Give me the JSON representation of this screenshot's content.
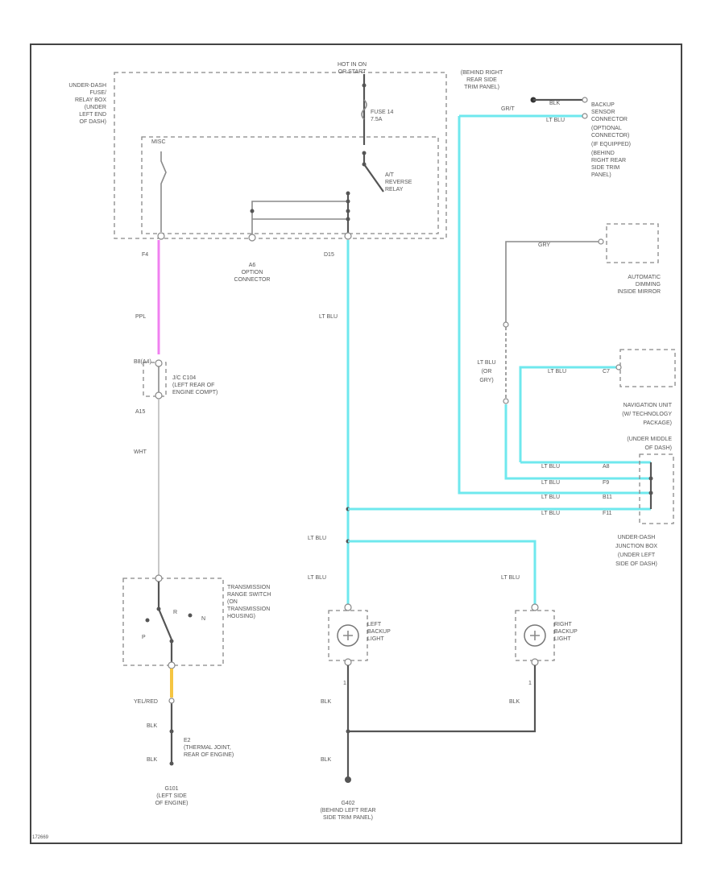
{
  "labels": {
    "fuse_box": [
      "UNDER-DASH",
      "FUSE/",
      "RELAY BOX",
      "(UNDER",
      "LEFT END",
      "OF DASH)"
    ],
    "hot_in_on": [
      "HOT IN ON",
      "OR START"
    ],
    "fuse": [
      "FUSE 14",
      "7.5A"
    ],
    "relay": [
      "A/T",
      "REVERSE",
      "RELAY"
    ],
    "misc": "MISC",
    "f4": "F4",
    "a6": [
      "A6",
      "OPTION",
      "CONNECTOR"
    ],
    "d15": "D15",
    "ppl": "PPL",
    "c104_pin": "B8(A4)",
    "c104": [
      "J/C C104",
      "(LEFT REAR OF",
      "ENGINE COMPT)"
    ],
    "a15": "A15",
    "wht": "WHT",
    "trans_switch": [
      "TRANSMISSION",
      "RANGE SWITCH",
      "(ON",
      "TRANSMISSION",
      "HOUSING)"
    ],
    "sw_r": "R",
    "sw_p": "P",
    "sw_n": "N",
    "yelred": "YEL/RED",
    "blk1": "BLK",
    "blk2": "BLK",
    "e2": [
      "E2",
      "(THERMAL JOINT,",
      "REAR OF ENGINE)"
    ],
    "g101": [
      "G101",
      "(LEFT SIDE",
      "OF ENGINE)"
    ],
    "behind_right": [
      "(BEHIND RIGHT",
      "REAR SIDE",
      "TRIM PANEL)"
    ],
    "grt": "GR/T",
    "blk_top": "BLK",
    "ltblu_top": "LT BLU",
    "backup_sensor": [
      "BACKUP",
      "SENSOR",
      "CONNECTOR",
      "(OPTIONAL",
      "CONNECTOR)",
      "(IF EQUIPPED)",
      "(BEHIND",
      "RIGHT REAR",
      "SIDE TRIM",
      "PANEL)"
    ],
    "gry": "GRY",
    "mirror": [
      "AUTOMATIC",
      "DIMMING",
      "INSIDE MIRROR"
    ],
    "ltblu_or_gry": [
      "LT BLU",
      "(OR",
      "GRY)"
    ],
    "ltblu_nav": "LT BLU",
    "c_nav": "C7",
    "nav_unit": [
      "NAVIGATION UNIT",
      "(W/ TECHNOLOGY",
      "PACKAGE)",
      "(UNDER MIDDLE",
      "OF DASH)"
    ],
    "jbox_rows": [
      {
        "wire": "LT BLU",
        "pin": "A8"
      },
      {
        "wire": "LT BLU",
        "pin": "F9"
      },
      {
        "wire": "LT BLU",
        "pin": "B11"
      },
      {
        "wire": "LT BLU",
        "pin": "F11"
      }
    ],
    "jbox": [
      "UNDER-DASH",
      "JUNCTION BOX",
      "(UNDER LEFT",
      "SIDE OF DASH)"
    ],
    "ltblu_main": "LT BLU",
    "ltblu_mid": "LT BLU",
    "ltblu_left": "LT BLU",
    "ltblu_right": "LT BLU",
    "left_light": [
      "LEFT",
      "BACKUP",
      "LIGHT"
    ],
    "right_light": [
      "RIGHT",
      "BACKUP",
      "LIGHT"
    ],
    "pin1_left": "1",
    "pin1_right": "1",
    "blk_left": "BLK",
    "blk_right": "BLK",
    "blk_ground": "BLK",
    "g402": [
      "G402",
      "(BEHIND LEFT REAR",
      "SIDE TRIM PANEL)"
    ],
    "ref": "172669"
  }
}
